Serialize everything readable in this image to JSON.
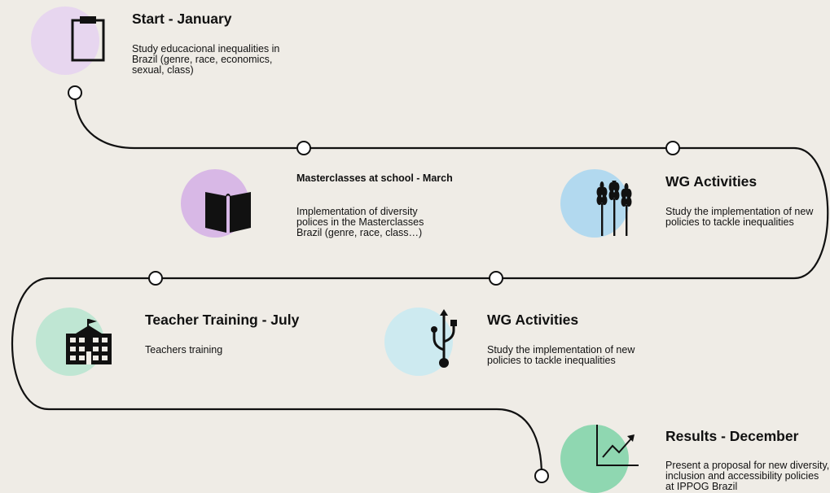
{
  "milestones": [
    {
      "title": "Start - January",
      "description": "Study educacional inequalities in Brazil (genre, race, economics, sexual, class)",
      "icon": "clipboard-icon",
      "color": "#e7d6ef"
    },
    {
      "title": "Masterclasses at school - March",
      "description": "Implementation of diversity polices in the Masterclasses Brazil (genre, race, class…)",
      "icon": "book-icon",
      "color": "#d8b8e6"
    },
    {
      "title": "WG Activities",
      "description": "Study the implementation of new policies to tackle inequalities",
      "icon": "wheat-icon",
      "color": "#b2d9ef"
    },
    {
      "title": "Teacher Training - July",
      "description": "Teachers training",
      "icon": "school-building-icon",
      "color": "#bfe6d3"
    },
    {
      "title": "WG Activities",
      "description": "Study the implementation of new policies to tackle inequalities",
      "icon": "usb-icon",
      "color": "#cdeaf0"
    },
    {
      "title": "Results - December",
      "description": "Present a proposal for new diversity, inclusion and accessibility policies at IPPOG Brazil",
      "icon": "growth-chart-icon",
      "color": "#8fd7b1"
    }
  ]
}
